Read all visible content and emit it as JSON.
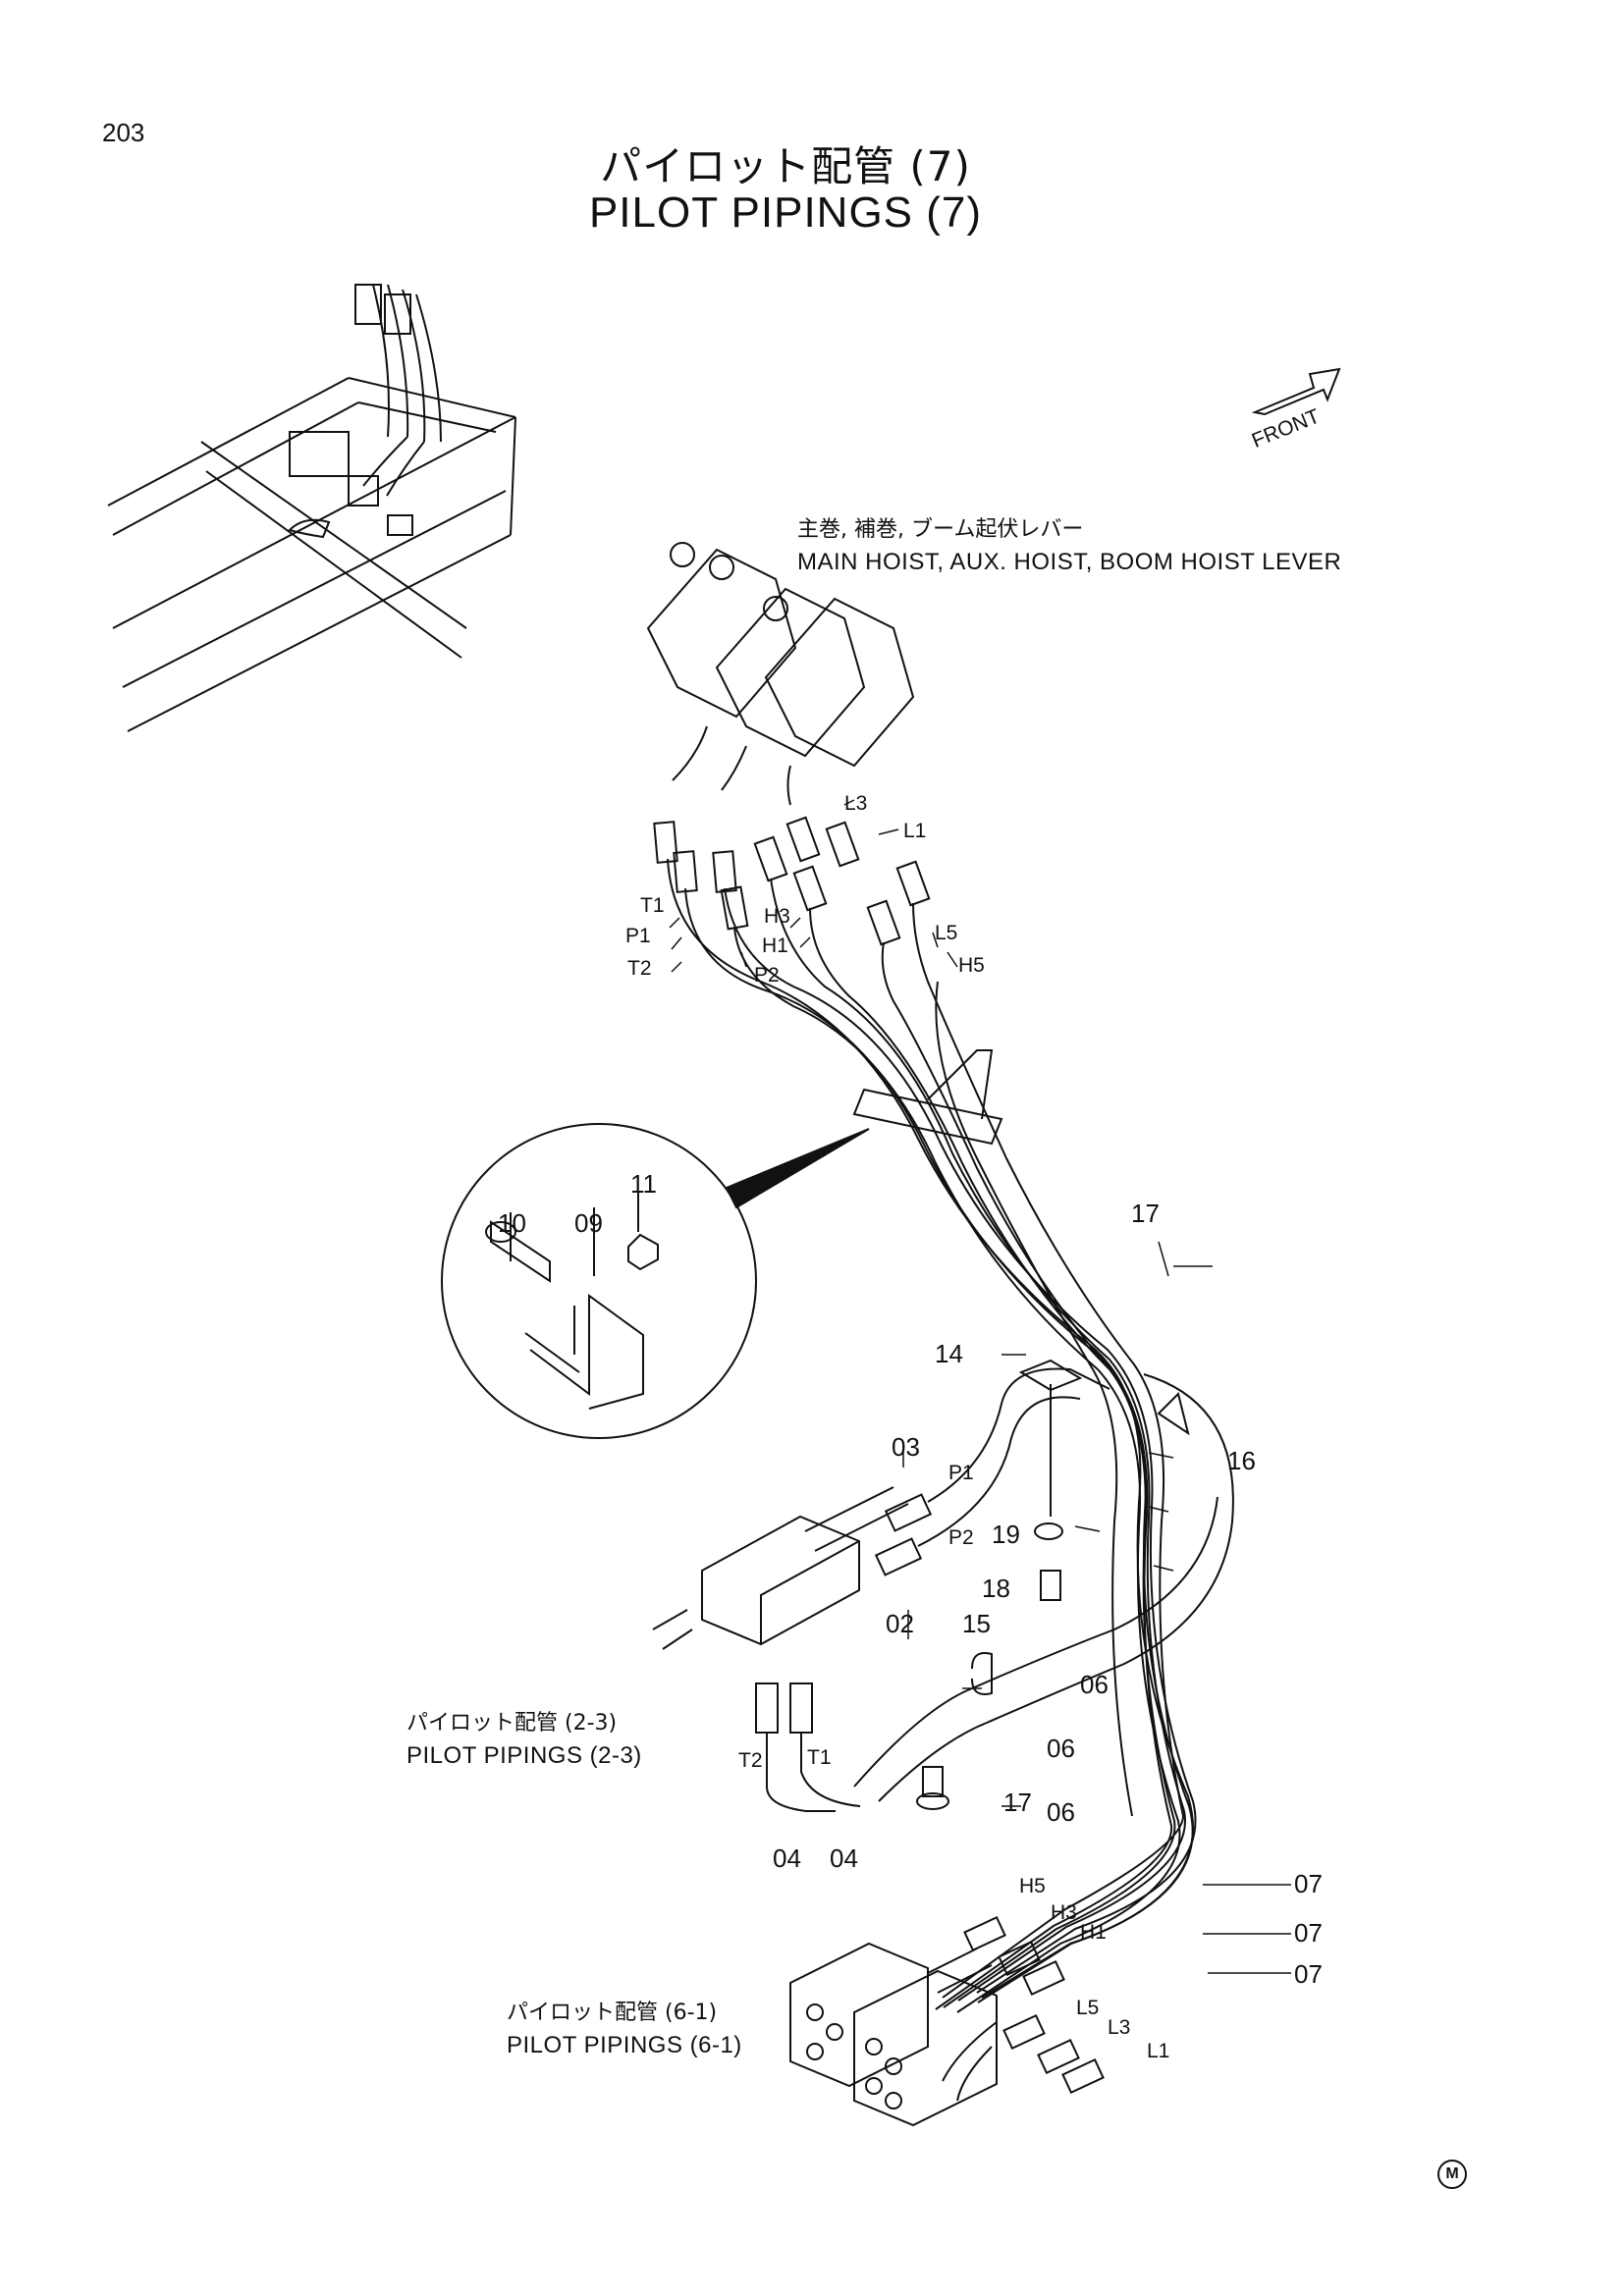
{
  "page": {
    "number": "203"
  },
  "title": {
    "ja": "パイロット配管 (7)",
    "en": "PILOT PIPINGS (7)"
  },
  "front_label": "FRONT",
  "levers": {
    "ja": "主巻, 補巻, ブーム起伏レバー",
    "en": "MAIN HOIST, AUX. HOIST, BOOM HOIST LEVER"
  },
  "references": [
    {
      "ja": "パイロット配管 (2-3)",
      "en": "PILOT PIPINGS (2-3)"
    },
    {
      "ja": "パイロット配管 (6-1)",
      "en": "PILOT PIPINGS (6-1)"
    }
  ],
  "parts": {
    "p02": "02",
    "p03": "03",
    "p04a": "04",
    "p04b": "04",
    "p06a": "06",
    "p06b": "06",
    "p06c": "06",
    "p07a": "07",
    "p07b": "07",
    "p07c": "07",
    "p09": "09",
    "p10": "10",
    "p11": "11",
    "p14": "14",
    "p15": "15",
    "p16": "16",
    "p17a": "17",
    "p17b": "17",
    "p18": "18",
    "p19": "19"
  },
  "ports": {
    "upper": {
      "T1": "T1",
      "P1": "P1",
      "T2": "T2",
      "P2": "P2",
      "H3": "H3",
      "H1": "H1",
      "L3": "L3",
      "L1": "L1",
      "L5": "L5",
      "H5": "H5"
    },
    "middle": {
      "P1": "P1",
      "P2": "P2",
      "T2": "T2",
      "T1": "T1"
    },
    "lower": {
      "H5": "H5",
      "H3": "H3",
      "H1": "H1",
      "L5": "L5",
      "L3": "L3",
      "L1": "L1"
    }
  },
  "mark": "M"
}
